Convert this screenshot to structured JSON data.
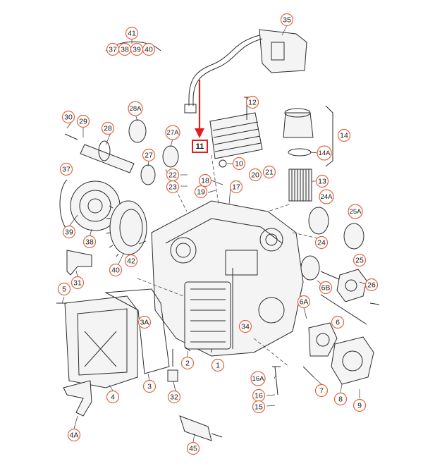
{
  "diagram": {
    "callouts": [
      {
        "id": "c35",
        "label": "35"
      },
      {
        "id": "c41",
        "label": "41"
      },
      {
        "id": "c37",
        "label": "37"
      },
      {
        "id": "c38",
        "label": "38"
      },
      {
        "id": "c39a",
        "label": "39"
      },
      {
        "id": "c40a",
        "label": "40"
      },
      {
        "id": "c12",
        "label": "12"
      },
      {
        "id": "c30",
        "label": "30"
      },
      {
        "id": "c29",
        "label": "29"
      },
      {
        "id": "c28A",
        "label": "28A"
      },
      {
        "id": "c28",
        "label": "28"
      },
      {
        "id": "c27A",
        "label": "27A"
      },
      {
        "id": "c27",
        "label": "27"
      },
      {
        "id": "c14",
        "label": "14"
      },
      {
        "id": "c14A",
        "label": "14A"
      },
      {
        "id": "c10",
        "label": "10"
      },
      {
        "id": "c22",
        "label": "22"
      },
      {
        "id": "c23",
        "label": "23"
      },
      {
        "id": "c18",
        "label": "18"
      },
      {
        "id": "c19",
        "label": "19"
      },
      {
        "id": "c17",
        "label": "17"
      },
      {
        "id": "c20",
        "label": "20"
      },
      {
        "id": "c21",
        "label": "21"
      },
      {
        "id": "c13",
        "label": "13"
      },
      {
        "id": "c37b",
        "label": "37"
      },
      {
        "id": "c24A",
        "label": "24A"
      },
      {
        "id": "c25A",
        "label": "25A"
      },
      {
        "id": "c39b",
        "label": "39"
      },
      {
        "id": "c38b",
        "label": "38"
      },
      {
        "id": "c40b",
        "label": "40"
      },
      {
        "id": "c42",
        "label": "42"
      },
      {
        "id": "c24",
        "label": "24"
      },
      {
        "id": "c25",
        "label": "25"
      },
      {
        "id": "c31",
        "label": "31"
      },
      {
        "id": "c5",
        "label": "5"
      },
      {
        "id": "c6B",
        "label": "6B"
      },
      {
        "id": "c26",
        "label": "26"
      },
      {
        "id": "c6A",
        "label": "6A"
      },
      {
        "id": "c3A",
        "label": "3A"
      },
      {
        "id": "c6",
        "label": "6"
      },
      {
        "id": "c34",
        "label": "34"
      },
      {
        "id": "c2",
        "label": "2"
      },
      {
        "id": "c1",
        "label": "1"
      },
      {
        "id": "c16A",
        "label": "16A"
      },
      {
        "id": "c3",
        "label": "3"
      },
      {
        "id": "c4",
        "label": "4"
      },
      {
        "id": "c32",
        "label": "32"
      },
      {
        "id": "c16",
        "label": "16"
      },
      {
        "id": "c15",
        "label": "15"
      },
      {
        "id": "c7",
        "label": "7"
      },
      {
        "id": "c8",
        "label": "8"
      },
      {
        "id": "c9",
        "label": "9"
      },
      {
        "id": "c4A",
        "label": "4A"
      },
      {
        "id": "c45",
        "label": "45"
      }
    ],
    "highlight": {
      "label": "11",
      "color": "#e02020"
    },
    "callout_color": "#e8613c"
  }
}
